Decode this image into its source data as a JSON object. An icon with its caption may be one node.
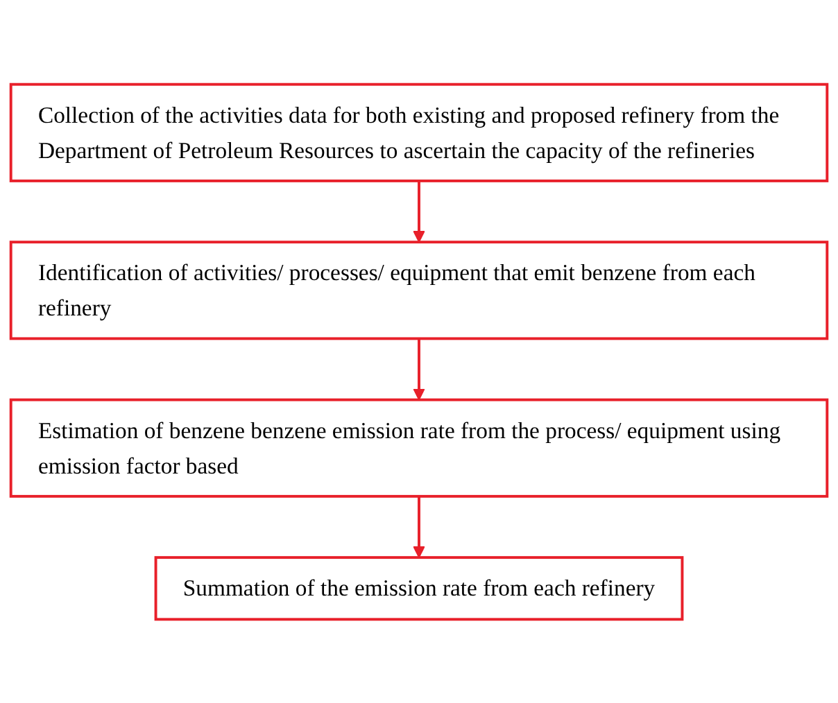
{
  "diagram": {
    "nodes": [
      {
        "text": [
          "Collection of the activities data for both existing and proposed refinery from the Department of Petroleum Resources to ascertain the capacity of the refineries"
        ]
      },
      {
        "text": [
          "Identification of activities/ processes/ equipment that emit benzene from each refinery"
        ]
      },
      {
        "text": [
          "Estimation of benzene benzene emission rate from the process/ equipment using emission factor based"
        ]
      },
      {
        "text": [
          "Summation of the emission rate from each refinery"
        ]
      }
    ],
    "edges": [
      {
        "from": 0,
        "to": 1,
        "arrow": "to",
        "color": "#e8202a"
      },
      {
        "from": 1,
        "to": 2,
        "arrow": "to",
        "color": "#e8202a"
      },
      {
        "from": 2,
        "to": 3,
        "arrow": "to",
        "color": "#e8202a"
      }
    ]
  }
}
